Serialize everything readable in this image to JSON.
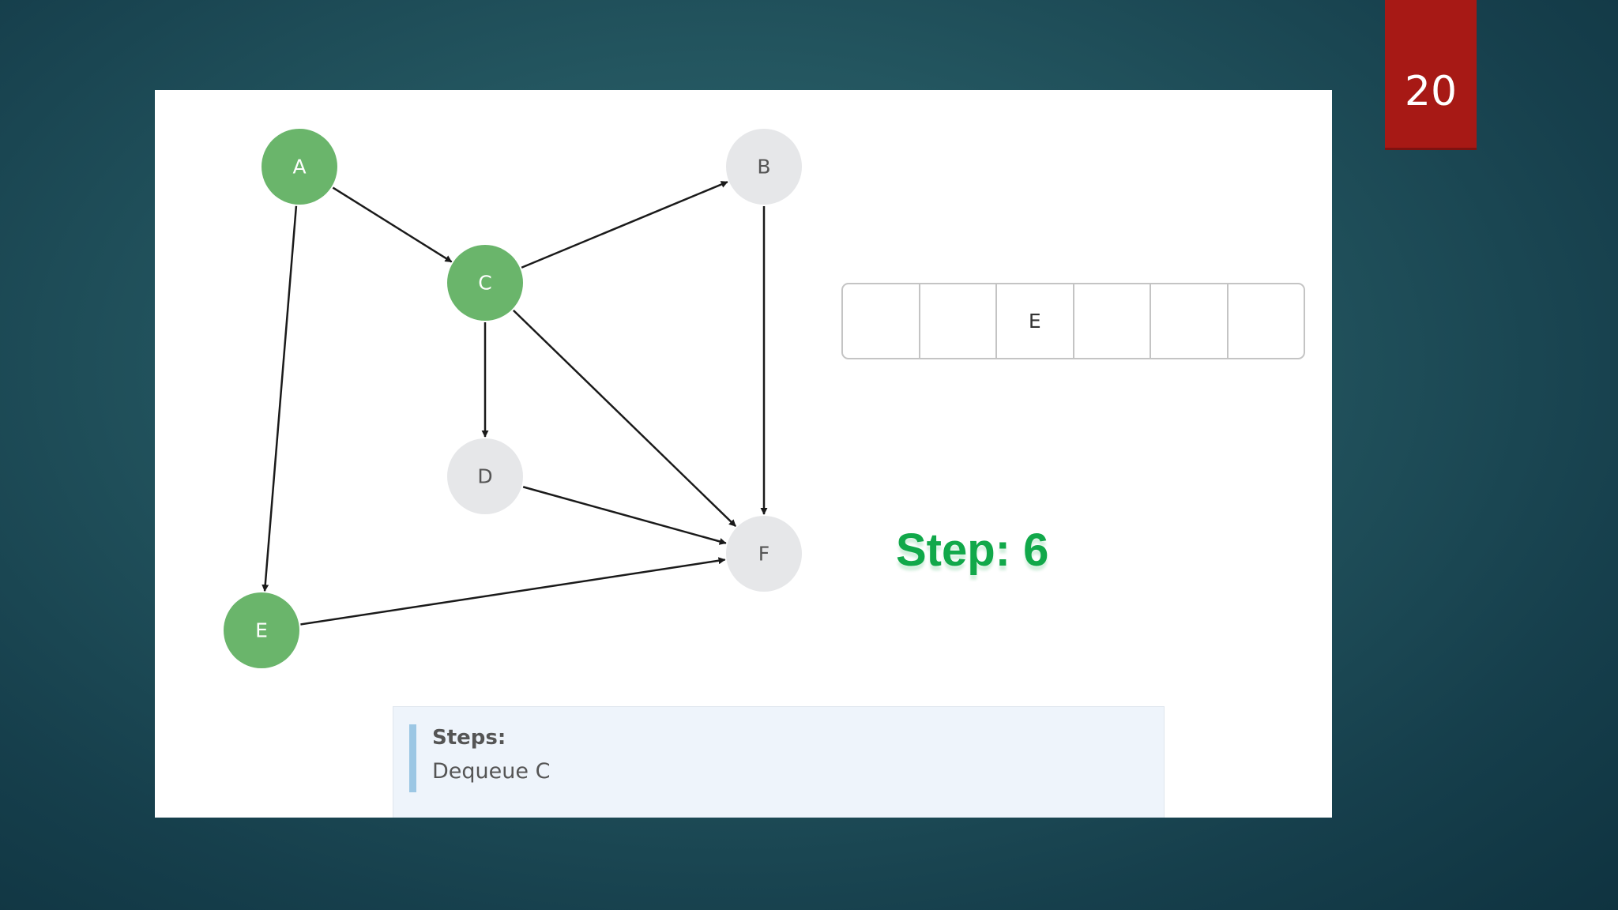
{
  "slide": {
    "number": "20"
  },
  "graph": {
    "nodes": [
      {
        "id": "A",
        "label": "A",
        "visited": true
      },
      {
        "id": "B",
        "label": "B",
        "visited": false
      },
      {
        "id": "C",
        "label": "C",
        "visited": true
      },
      {
        "id": "D",
        "label": "D",
        "visited": false
      },
      {
        "id": "E",
        "label": "E",
        "visited": true
      },
      {
        "id": "F",
        "label": "F",
        "visited": false
      }
    ],
    "edges": [
      {
        "from": "A",
        "to": "C"
      },
      {
        "from": "A",
        "to": "E"
      },
      {
        "from": "C",
        "to": "B"
      },
      {
        "from": "C",
        "to": "D"
      },
      {
        "from": "C",
        "to": "F"
      },
      {
        "from": "B",
        "to": "F"
      },
      {
        "from": "D",
        "to": "F"
      },
      {
        "from": "E",
        "to": "F"
      }
    ],
    "colors": {
      "visited_fill": "#6ab56b",
      "visited_text": "#ffffff",
      "unvisited_fill": "#e6e7e9",
      "unvisited_text": "#555555",
      "edge": "#1a1a1a"
    }
  },
  "queue": {
    "cells": [
      "",
      "",
      "E",
      "",
      "",
      ""
    ]
  },
  "step": {
    "label": "Step: 6",
    "color": "#11a84a"
  },
  "steps_box": {
    "heading": "Steps:",
    "text": "Dequeue C"
  }
}
